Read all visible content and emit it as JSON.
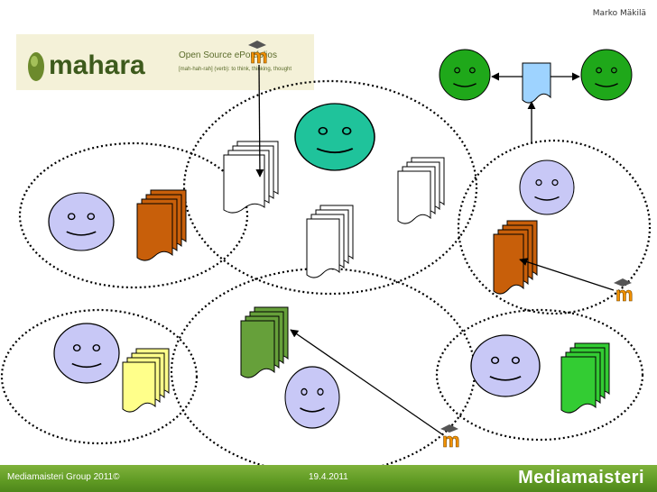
{
  "header": {
    "author": "Marko Mäkilä"
  },
  "logo": {
    "brand": "mahara",
    "tagline": "Open Source ePortfolios",
    "subtag": "[mah-hah-rah] (verb): to think, thinking, thought"
  },
  "moodle_badge": {
    "letter": "m"
  },
  "footer": {
    "copyright": "Mediamaisteri Group 2011©",
    "date": "19.4.2011",
    "brand": "Mediamaisteri"
  },
  "colors": {
    "face_lavender": "#c8c8f6",
    "face_teal": "#1fc39b",
    "face_green": "#1fa81a",
    "doc_orange": "#c85f0a",
    "doc_yellow": "#ffff8a",
    "doc_green_dark": "#66a03a",
    "doc_green_bright": "#33cc33",
    "doc_blue": "#9ed3ff",
    "doc_white": "#ffffff",
    "moodle_orange": "#f29100"
  }
}
